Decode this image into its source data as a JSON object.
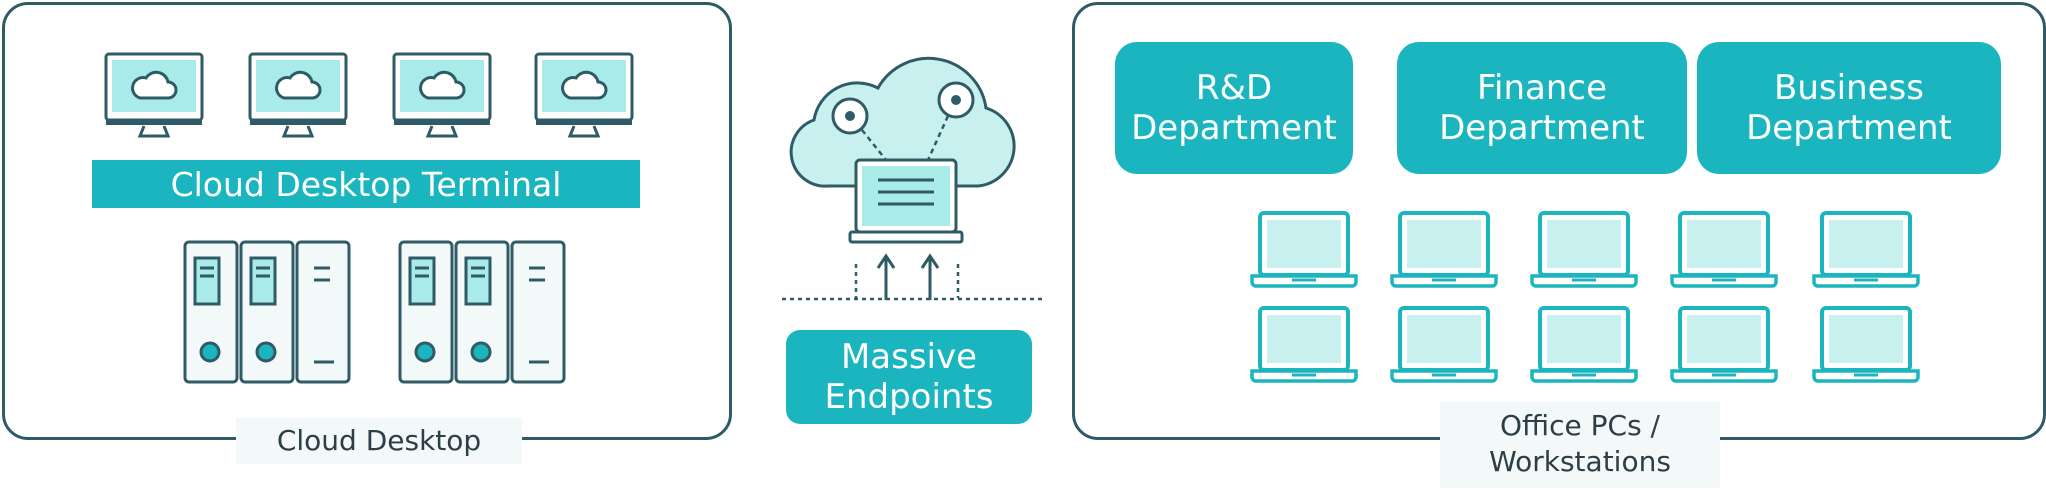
{
  "colors": {
    "outline": "#2f5b66",
    "teal": "#1ab5bf",
    "teal_light": "#a9ebe8",
    "teal_pale": "#c8f0ee",
    "text_dark": "#2d3e45"
  },
  "left_panel": {
    "terminal_label": "Cloud Desktop Terminal",
    "caption": "Cloud Desktop",
    "monitor_icons": [
      "monitor-cloud-icon",
      "monitor-cloud-icon",
      "monitor-cloud-icon",
      "monitor-cloud-icon"
    ],
    "server_icons": [
      "server-rack-icon",
      "server-rack-icon"
    ]
  },
  "center": {
    "cloud_icon": "cloud-laptop-icon",
    "endpoints_label_line1": "Massive",
    "endpoints_label_line2": "Endpoints"
  },
  "right_panel": {
    "departments": [
      {
        "line1": "R&D",
        "line2": "Department"
      },
      {
        "line1": "Finance",
        "line2": "Department"
      },
      {
        "line1": "Business",
        "line2": "Department"
      }
    ],
    "caption_line1": "Office PCs /",
    "caption_line2": "Workstations",
    "laptop_icon": "laptop-icon"
  }
}
